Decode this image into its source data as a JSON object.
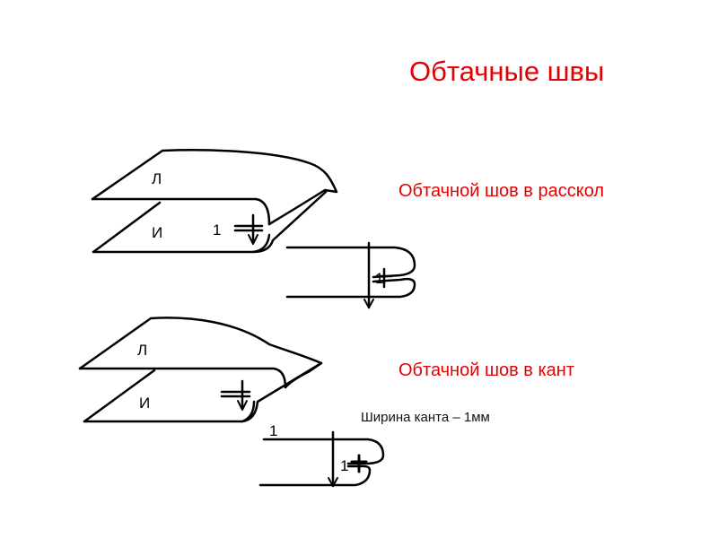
{
  "title": "Обтачные швы",
  "seams": [
    {
      "caption": "Обтачной шов в расскол"
    },
    {
      "caption": "Обтачной шов в кант",
      "note": "Ширина канта – 1мм"
    }
  ],
  "labels": {
    "top_layer": "Л",
    "bottom_layer": "И",
    "stitch": "1"
  },
  "colors": {
    "heading": "#e60000",
    "line": "#000000"
  }
}
